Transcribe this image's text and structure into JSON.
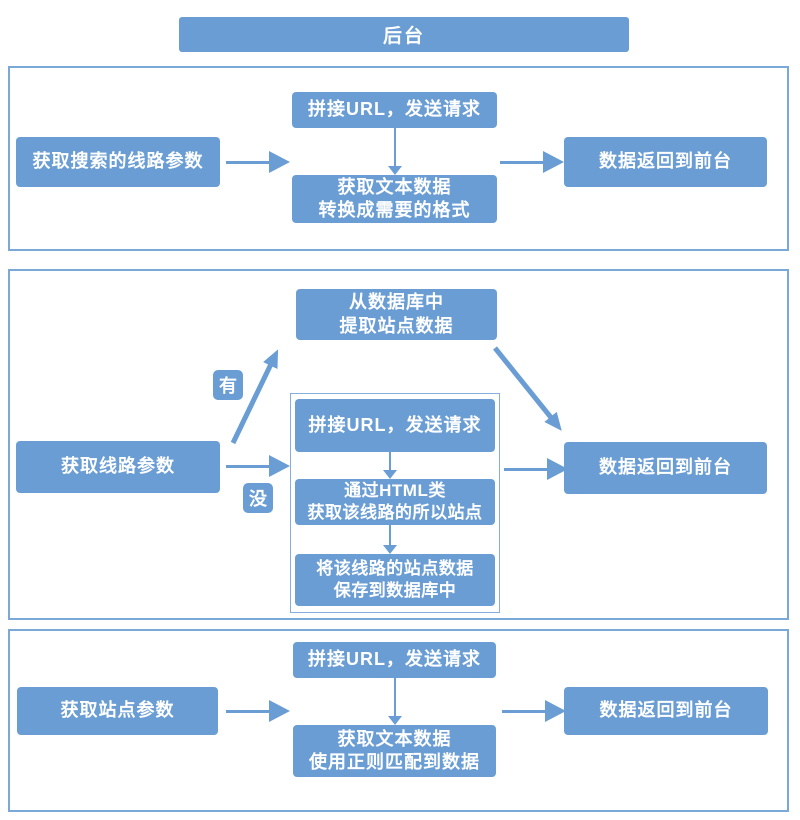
{
  "colors": {
    "node_fill": "#6a9dd4",
    "panel_border": "#7aa9d8",
    "arrow": "#6a9dd4",
    "text_on_node": "#ffffff",
    "background": "#ffffff"
  },
  "header": {
    "label": "后台"
  },
  "panel1": {
    "left": "获取搜索的线路参数",
    "top_mid": "拼接URL，发送请求",
    "bottom_mid": "获取文本数据\n转换成需要的格式",
    "right": "数据返回到前台"
  },
  "panel2": {
    "left": "获取线路参数",
    "yes_label": "有",
    "no_label": "没",
    "db_box": "从数据库中\n提取站点数据",
    "inner": {
      "step1": "拼接URL，发送请求",
      "step2": "通过HTML类\n获取该线路的所以站点",
      "step3": "将该线路的站点数据\n保存到数据库中"
    },
    "right": "数据返回到前台"
  },
  "panel3": {
    "left": "获取站点参数",
    "top_mid": "拼接URL，发送请求",
    "bottom_mid": "获取文本数据\n使用正则匹配到数据",
    "right": "数据返回到前台"
  }
}
